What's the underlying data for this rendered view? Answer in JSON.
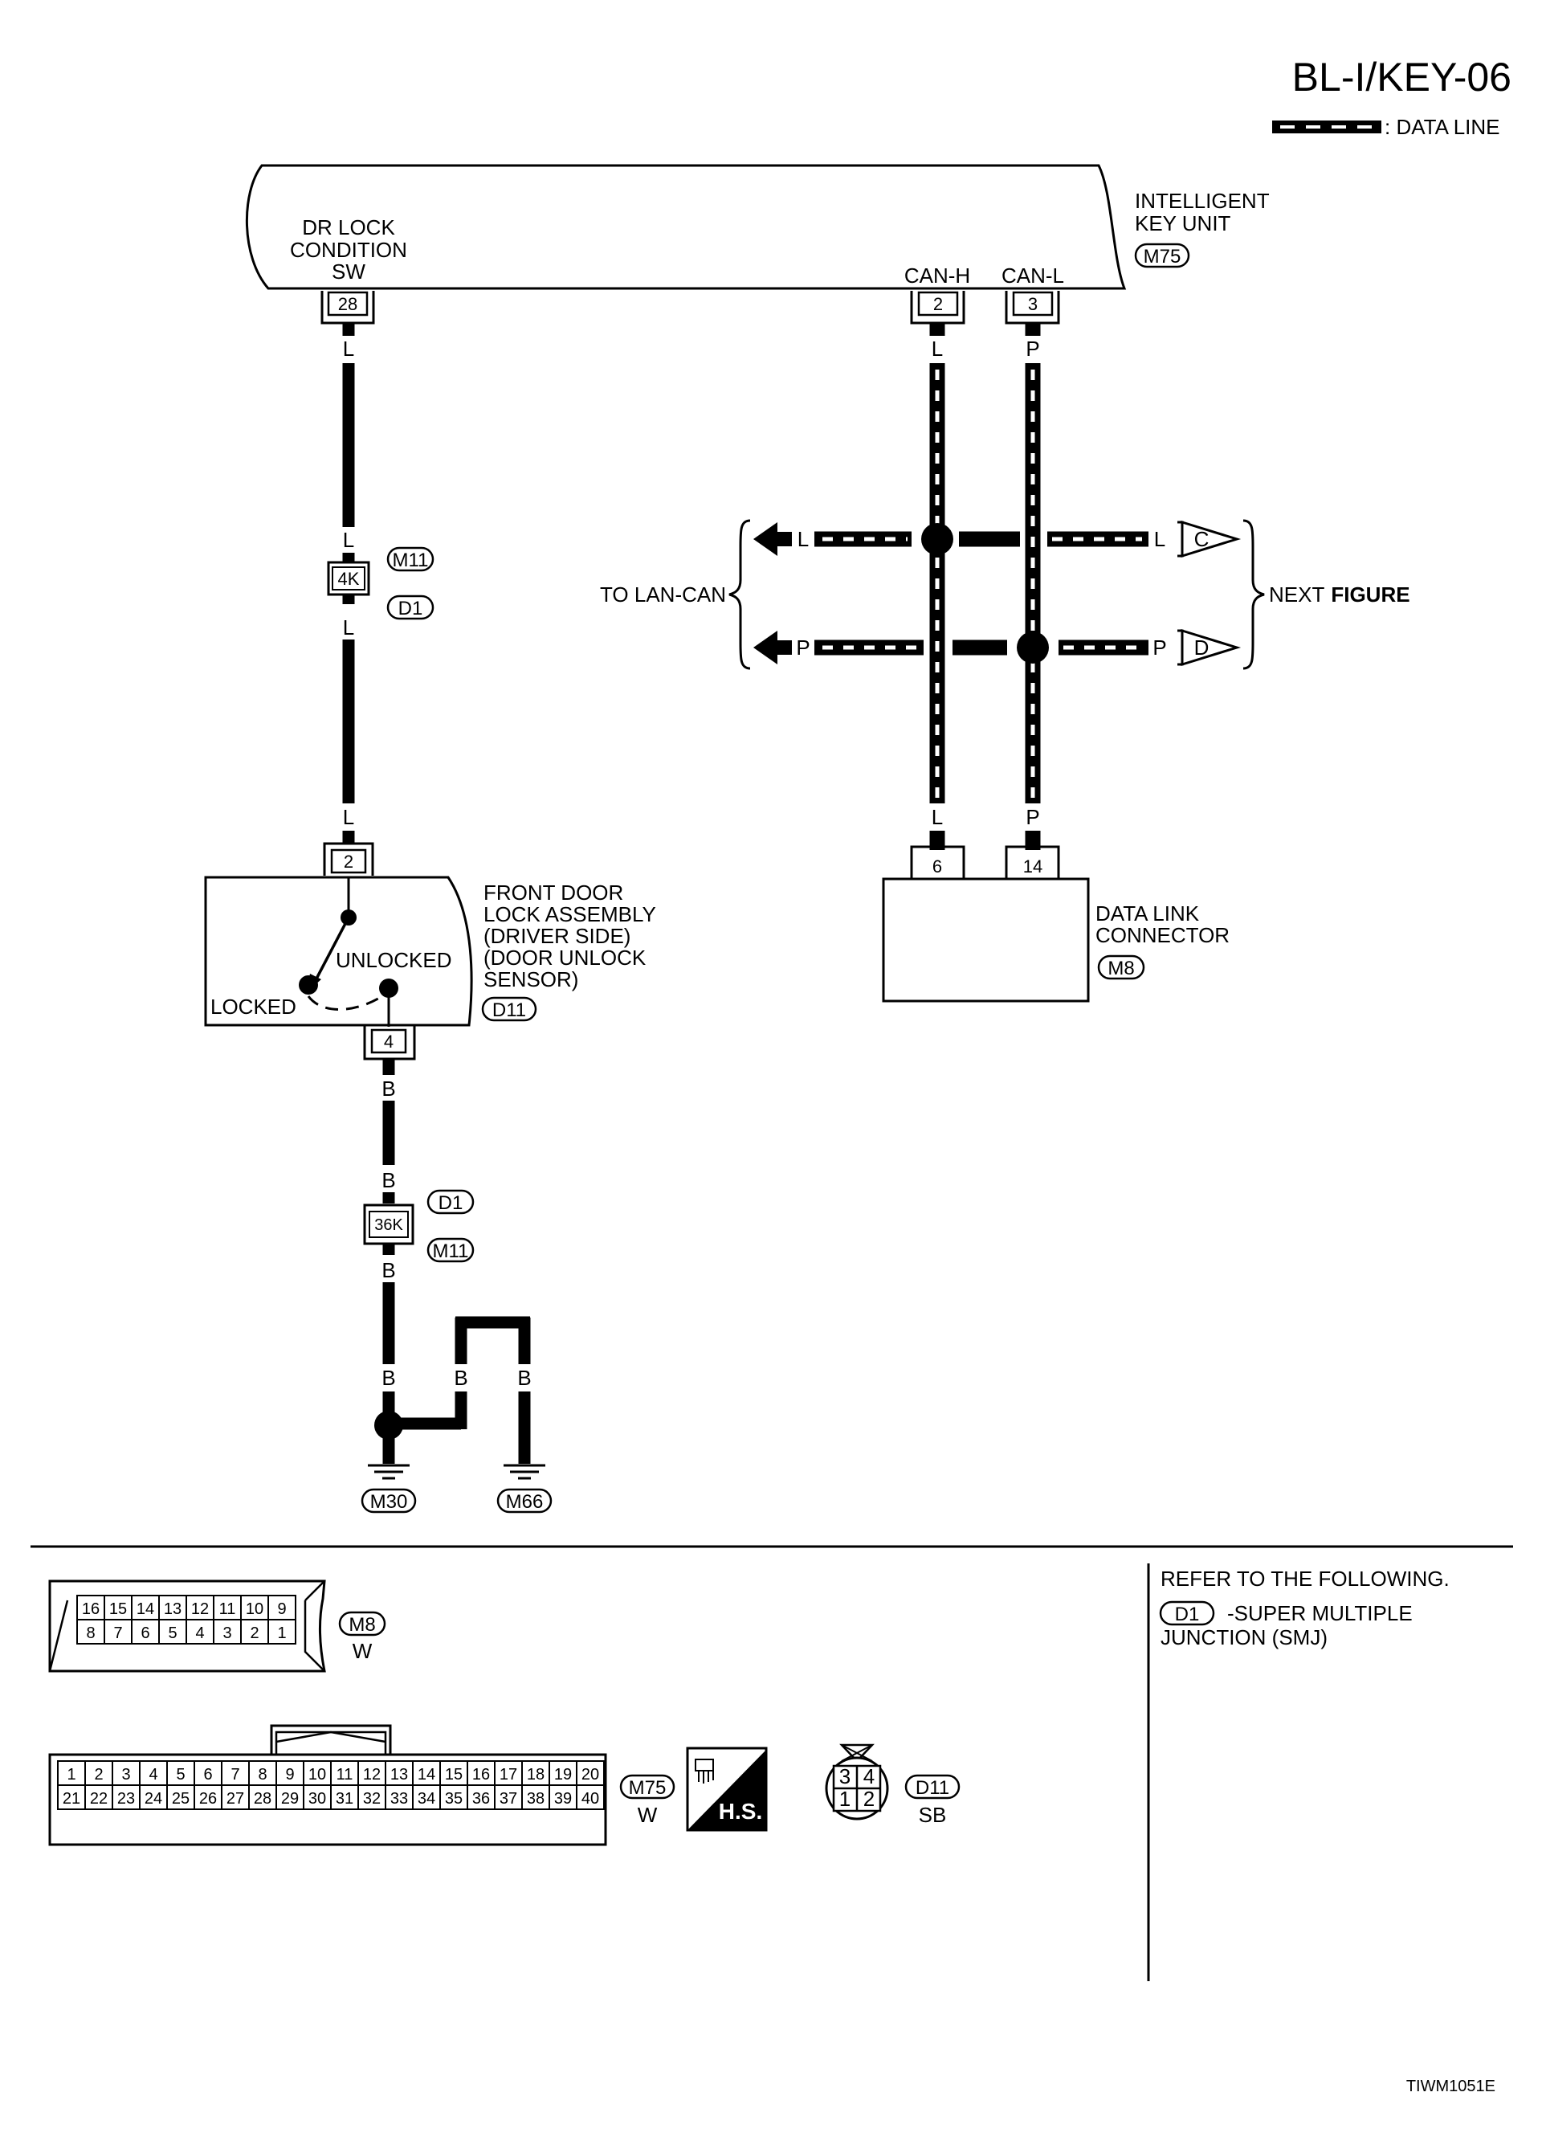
{
  "page": {
    "title": "BL-I/KEY-06",
    "legend_label": ": DATA LINE",
    "figure_id": "TIWM1051E"
  },
  "intelligent_key_unit": {
    "name_line1": "INTELLIGENT",
    "name_line2": "KEY UNIT",
    "connector": "M75",
    "sw_label_line1": "DR LOCK",
    "sw_label_line2": "CONDITION",
    "sw_label_line3": "SW",
    "sw_pin": "28",
    "canh_label": "CAN-H",
    "canh_pin": "2",
    "canl_label": "CAN-L",
    "canl_pin": "3"
  },
  "wires": {
    "l": "L",
    "p": "P",
    "b": "B"
  },
  "junction_upper": {
    "pin": "4K",
    "conn_a": "M11",
    "conn_b": "D1"
  },
  "junction_lower": {
    "pin": "36K",
    "conn_a": "D1",
    "conn_b": "M11"
  },
  "lan_can": {
    "to_label": "TO LAN-CAN",
    "next_label": "NEXT",
    "figure_label": "FIGURE",
    "c_tag": "C",
    "d_tag": "D"
  },
  "door_lock": {
    "line1": "FRONT DOOR",
    "line2": "LOCK ASSEMBLY",
    "line3": "(DRIVER SIDE)",
    "line4": "(DOOR UNLOCK",
    "line5": " SENSOR)",
    "connector": "D11",
    "top_pin": "2",
    "bottom_pin": "4",
    "unlocked": "UNLOCKED",
    "locked": "LOCKED"
  },
  "data_link": {
    "line1": "DATA LINK",
    "line2": "CONNECTOR",
    "connector": "M8",
    "pin_a": "6",
    "pin_b": "14"
  },
  "grounds": {
    "g1": "M30",
    "g2": "M66"
  },
  "connector_views": {
    "m8": {
      "id": "M8",
      "color": "W",
      "top_row": [
        "16",
        "15",
        "14",
        "13",
        "12",
        "11",
        "10",
        "9"
      ],
      "bottom_row": [
        "8",
        "7",
        "6",
        "5",
        "4",
        "3",
        "2",
        "1"
      ]
    },
    "m75": {
      "id": "M75",
      "color": "W",
      "top_row": [
        "1",
        "2",
        "3",
        "4",
        "5",
        "6",
        "7",
        "8",
        "9",
        "10",
        "11",
        "12",
        "13",
        "14",
        "15",
        "16",
        "17",
        "18",
        "19",
        "20"
      ],
      "bottom_row": [
        "21",
        "22",
        "23",
        "24",
        "25",
        "26",
        "27",
        "28",
        "29",
        "30",
        "31",
        "32",
        "33",
        "34",
        "35",
        "36",
        "37",
        "38",
        "39",
        "40"
      ],
      "hs_label": "H.S."
    },
    "d11": {
      "id": "D11",
      "color": "SB",
      "pins": [
        "3",
        "4",
        "1",
        "2"
      ]
    }
  },
  "reference": {
    "heading": "REFER TO THE FOLLOWING.",
    "tag": "D1",
    "desc_line1": "-SUPER MULTIPLE",
    "desc_line2": "JUNCTION (SMJ)"
  }
}
